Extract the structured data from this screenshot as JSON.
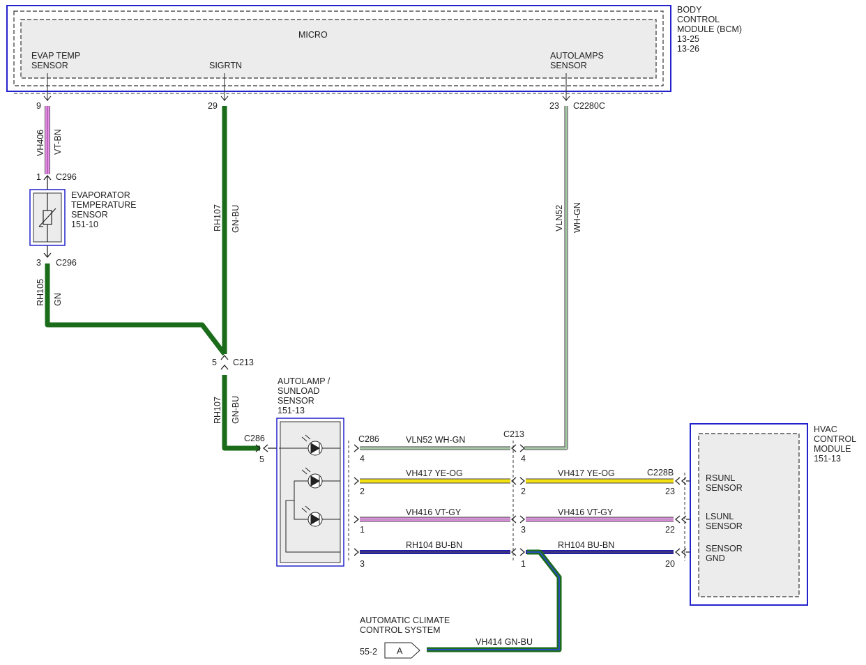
{
  "colors": {
    "module_outline": "#2222cc",
    "module_fill": "#ececec",
    "wire_pink": "#e890e8",
    "wire_green": "#1a6b1a",
    "wire_green_light": "#5aa05a",
    "wire_yellow": "#f2e010",
    "wire_blue": "#2020b0",
    "wire_gn_bu_stripe": "#2a4fc0"
  },
  "bcm": {
    "name_lines": [
      "BODY",
      "CONTROL",
      "MODULE (BCM)",
      "13-25",
      "13-26"
    ],
    "micro": "MICRO",
    "pins": {
      "evap_temp": [
        "EVAP TEMP",
        "SENSOR"
      ],
      "sigrtn": "SIGRTN",
      "autolamps": [
        "AUTOLAMPS",
        "SENSOR"
      ]
    }
  },
  "connectors": {
    "bcm_pin_9": "9",
    "bcm_pin_29": "29",
    "bcm_pin_23": "23",
    "c2280c": "C2280C",
    "c296_pin_1": "1",
    "c296_pin_3": "3",
    "c296_top": "C296",
    "c296_bottom": "C296",
    "c213_pin_5": "5",
    "c213": "C213",
    "c286_left": "C286",
    "c286_left_pin": "5",
    "c286_right": "C286",
    "c213_right": "C213",
    "c228b": "C228B",
    "left_pins": [
      "4",
      "2",
      "1",
      "3"
    ],
    "mid_pins": [
      "4",
      "2",
      "3",
      "1"
    ],
    "hvac_pins": [
      "23",
      "22",
      "20"
    ]
  },
  "wires": {
    "vh406": "VH406",
    "vt_bn": "VT-BN",
    "rh107_top": "RH107",
    "gn_bu_top": "GN-BU",
    "vln52_vertical": "VLN52",
    "wh_gn_vertical": "WH-GN",
    "rh105": "RH105",
    "gn": "GN",
    "rh107_bottom": "RH107",
    "gn_bu_bottom": "GN-BU",
    "row1": "VLN52  WH-GN",
    "row2_left": "VH417  YE-OG",
    "row2_right": "VH417  YE-OG",
    "row3_left": "VH416  VT-GY",
    "row3_right": "VH416  VT-GY",
    "row4_left": "RH104  BU-BN",
    "row4_right": "RH104  BU-BN",
    "vh414": "VH414  GN-BU"
  },
  "evap_sensor": {
    "name_lines": [
      "EVAPORATOR",
      "TEMPERATURE",
      "SENSOR",
      "151-10"
    ]
  },
  "autolamp_sensor": {
    "name_lines": [
      "AUTOLAMP /",
      "SUNLOAD",
      "SENSOR",
      "151-13"
    ]
  },
  "hvac": {
    "name_lines": [
      "HVAC",
      "CONTROL",
      "MODULE",
      "151-13"
    ],
    "rsunl": [
      "RSUNL",
      "SENSOR"
    ],
    "lsunl": [
      "LSUNL",
      "SENSOR"
    ],
    "sensor_gnd": [
      "SENSOR",
      "GND"
    ]
  },
  "acc": {
    "title_lines": [
      "AUTOMATIC CLIMATE",
      "CONTROL SYSTEM"
    ],
    "ref": "55-2",
    "tag": "A"
  }
}
